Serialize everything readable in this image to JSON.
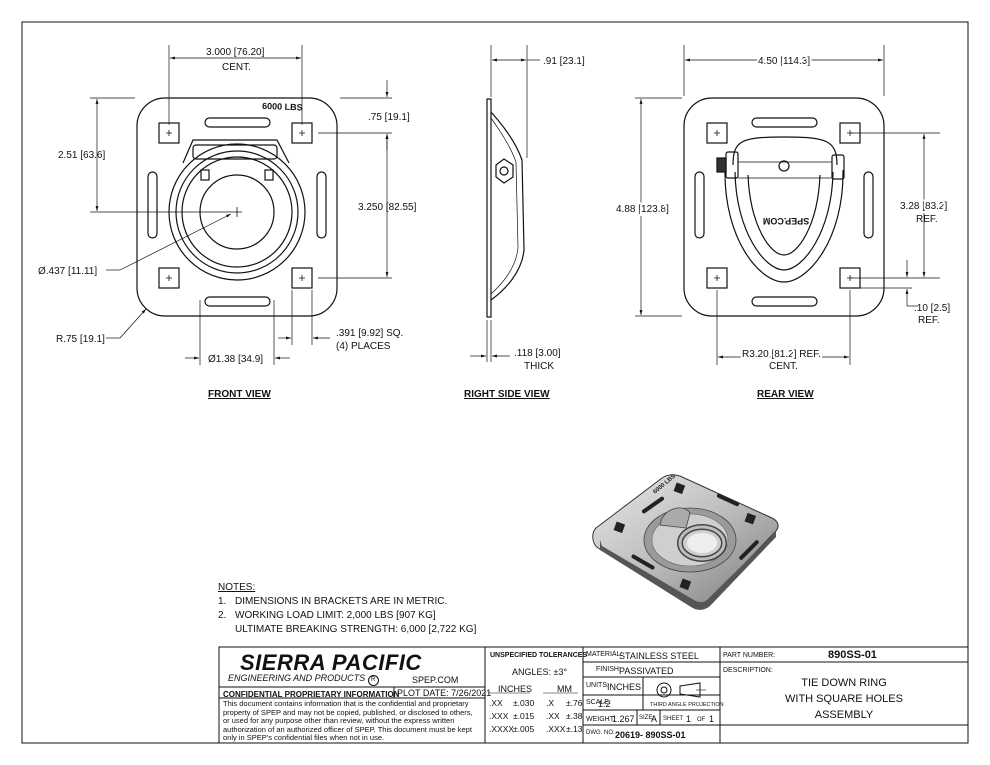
{
  "views": {
    "front": "FRONT VIEW",
    "side": "RIGHT SIDE VIEW",
    "rear": "REAR VIEW"
  },
  "front_dims": {
    "width": "3.000",
    "width_mm": "76.20",
    "width_note": "CENT.",
    "top_offset": "2.51",
    "top_offset_mm": "63.6",
    "edge": ".75",
    "edge_mm": "19.1",
    "height": "3.250",
    "height_mm": "82.55",
    "hole_dia": "Ø.437",
    "hole_dia_mm": "11.11",
    "radius": "R.75",
    "radius_mm": "19.1",
    "sq": ".391",
    "sq_mm": "9.92",
    "sq_note": "SQ.",
    "sq_count": "(4) PLACES",
    "ring_dia": "Ø1.38",
    "ring_dia_mm": "34.9",
    "load": "6000 LBS"
  },
  "side_dims": {
    "depth": ".91",
    "depth_mm": "23.1",
    "thick": ".118",
    "thick_mm": "3.00",
    "thick_note": "THICK"
  },
  "rear_dims": {
    "width": "4.50",
    "width_mm": "114.3",
    "height": "4.88",
    "height_mm": "123.8",
    "ref": "3.28",
    "ref_mm": "83.2",
    "ref_note": "REF.",
    "small": ".10",
    "small_mm": "2.5",
    "small_note": "REF.",
    "radius": "R3.20",
    "radius_mm": "81.2",
    "radius_note": "REF.",
    "radius_note2": "CENT.",
    "mark": "SPEP.COM"
  },
  "notes": {
    "heading": "NOTES:",
    "items": [
      {
        "num": "1.",
        "text": "DIMENSIONS IN BRACKETS ARE IN METRIC."
      },
      {
        "num": "2.",
        "text": "WORKING LOAD LIMIT: 2,000 LBS [907 KG]"
      },
      {
        "num": "",
        "text": "ULTIMATE BREAKING STRENGTH: 6,000 [2,722 KG]"
      }
    ]
  },
  "title_block": {
    "company": "SIERRA PACIFIC",
    "company_sub": "ENGINEERING AND PRODUCTS",
    "reg": "R",
    "web": "SPEP.COM",
    "confidential": "CONFIDENTIAL PROPRIETARY INFORMATION",
    "plot_date": "PLOT DATE: 7/26/2021",
    "disclaimer": "This document contains information that is the confidential and proprietary property of SPEP and may not be copied, published, or disclosed to others, or used for any purpose  other than review, without the express written authorization of an authorized officer of SPEP. This document must be kept only in SPEP's confidential files when not in use.",
    "tol_title": "UNSPECIFIED TOLERANCES",
    "angles": "ANGLES: ±3°",
    "inches": "INCHES",
    "mm": "MM",
    "tol_rows": [
      {
        "a": ".XX",
        "b": "±.030",
        "c": ".X",
        "d": "±.76"
      },
      {
        "a": ".XXX",
        "b": "±.015",
        "c": ".XX",
        "d": "±.38"
      },
      {
        "a": ".XXXX",
        "b": "±.005",
        "c": ".XXX",
        "d": "±.13"
      }
    ],
    "material_label": "MATERIAL:",
    "material": "STAINLESS STEEL",
    "finish_label": "FINISH:",
    "finish": "PASSIVATED",
    "units_label": "UNITS:",
    "units": "INCHES",
    "projection": "THIRD ANGLE PROJECTION",
    "scale_label": "SCALE:",
    "scale": "1:2",
    "weight_label": "WEIGHT:",
    "weight": "1.267",
    "size_label": "SIZE:",
    "size": "A",
    "sheet_label": "SHEET",
    "sheet": "1",
    "of_label": "OF",
    "of": "1",
    "dwg_label": "DWG. NO.",
    "dwg": "20619- 890SS-01",
    "part_label": "PART NUMBER:",
    "part": "890SS-01",
    "desc_label": "DESCRIPTION:",
    "desc1": "TIE DOWN RING",
    "desc2": "WITH SQUARE HOLES",
    "desc3": "ASSEMBLY"
  }
}
